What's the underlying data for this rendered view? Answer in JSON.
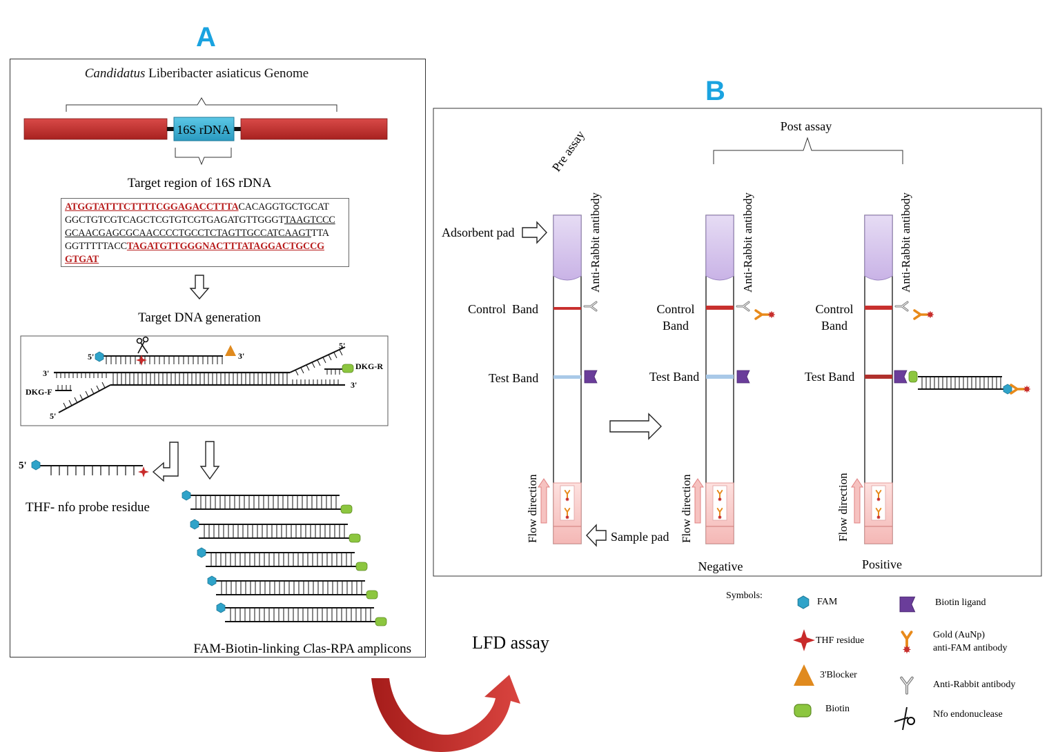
{
  "panel_a": {
    "letter": "A",
    "genome_title_italic": "Candidatus",
    "genome_title_rest": " Liberibacter asiaticus Genome",
    "rdna_label": "16S rDNA",
    "target_region_label": "Target region of 16S rDNA",
    "sequence": {
      "l1_red": "ATGGTATTTCTTTTCGGAGACCTTTA",
      "l1_rest": "CACAGGTGCTGCAT",
      "l2_plain": "GGCTGTCGTCAGCTCGTGTCGTGAGATGTTGGGT",
      "l2_ul": "TAAGTCCC",
      "l3_ul": "GCAACGAGCGCAACCCCTGCCTCTAGTTGCCATCAAGT",
      "l3_rest": "TTA",
      "l4_plain": "GGTTTTTACC",
      "l4_red": "TAGATGTTGGGNACTTTATAGGACTGCCG",
      "l5_red": "GTGAT"
    },
    "target_dna_label": "Target DNA generation",
    "primer_five_prime": "5'",
    "primer_three_prime": "3'",
    "dkg_f": "DKG-F",
    "dkg_r": "DKG-R",
    "thf_probe_label": "THF- nfo probe residue",
    "probe_five_prime": "5'",
    "amplicons_label_pre": "FAM-Biotin-linking ",
    "amplicons_label_italic": "C",
    "amplicons_label_post": "las-RPA amplicons"
  },
  "transition_label": "LFD assay",
  "panel_b": {
    "letter": "B",
    "post_assay": "Post assay",
    "pre_assay": "Pre assay",
    "anti_rabbit": "Anti-Rabbit antibody",
    "adsorbent_pad": "Adsorbent pad",
    "control_band": "Control  Band",
    "control_band_l1": "Control",
    "control_band_l2": "Band",
    "test_band": "Test Band",
    "sample_pad": "Sample pad",
    "flow_direction": "Flow direction",
    "negative": "Negative",
    "positive": "Positive"
  },
  "legend": {
    "title": "Symbols:",
    "fam": "FAM",
    "thf": "THF residue",
    "blocker": "3'Blocker",
    "biotin": "Biotin",
    "biotin_ligand": "Biotin ligand",
    "gold_l1": "Gold (AuNp)",
    "gold_l2": "anti-FAM antibody",
    "anti_rabbit": "Anti-Rabbit antibody",
    "nfo": "Nfo endonuclease"
  },
  "colors": {
    "panel_letter": "#1aa3e0",
    "genome_bar": "#c0302e",
    "rdna_box": "#3bb3d6",
    "fam": "#2fa3c9",
    "biotin": "#8cc63f",
    "blocker": "#e08a1e",
    "biotin_ligand": "#6a3d9a",
    "antibody": "#e88a1a",
    "pad_purple": "#d9c8ee",
    "pad_pink": "#f8d0cf",
    "control_red": "#c8302e",
    "test_blue": "#a9c9e8",
    "arc": "#b5201e"
  }
}
